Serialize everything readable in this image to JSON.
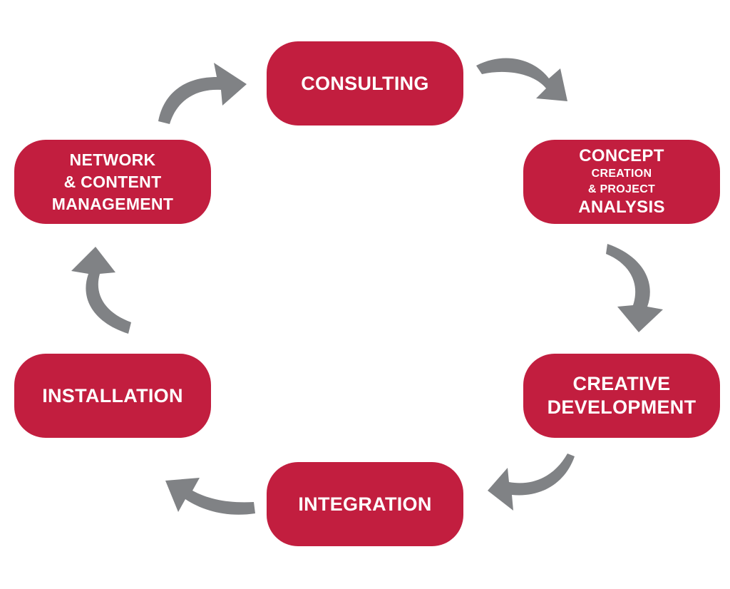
{
  "diagram": {
    "colors": {
      "node_fill": "#c21e3f",
      "node_text": "#ffffff",
      "arrow": "#808285",
      "background": "#ffffff"
    },
    "nodes": {
      "consulting": {
        "lines": [
          "CONSULTING"
        ]
      },
      "concept": {
        "lines": [
          "CONCEPT",
          "CREATION",
          "& PROJECT",
          "ANALYSIS"
        ]
      },
      "creative": {
        "lines": [
          "CREATIVE",
          "DEVELOPMENT"
        ]
      },
      "integration": {
        "lines": [
          "INTEGRATION"
        ]
      },
      "installation": {
        "lines": [
          "INSTALLATION"
        ]
      },
      "network": {
        "lines": [
          "NETWORK",
          "& CONTENT",
          "MANAGEMENT"
        ]
      }
    },
    "flow": [
      "consulting -> concept",
      "concept -> creative",
      "creative -> integration",
      "integration -> installation",
      "installation -> network",
      "network -> consulting"
    ]
  }
}
